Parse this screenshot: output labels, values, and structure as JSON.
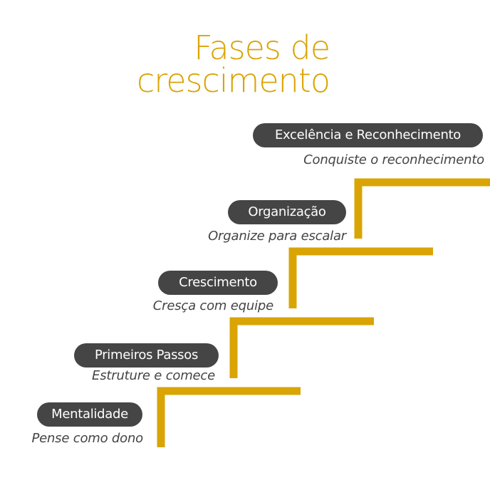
{
  "title": {
    "line1": "Fases de",
    "line2": "crescimento"
  },
  "stages": [
    {
      "label": "Excelência e Reconhecimento",
      "subtitle": "Conquiste o reconhecimento"
    },
    {
      "label": "Organização",
      "subtitle": "Organize para escalar"
    },
    {
      "label": "Crescimento",
      "subtitle": "Cresça com equipe"
    },
    {
      "label": "Primeiros Passos",
      "subtitle": "Estruture e comece"
    },
    {
      "label": "Mentalidade",
      "subtitle": "Pense como dono"
    }
  ],
  "colors": {
    "accent": "#d9a404",
    "pill": "#454545",
    "subtitle": "#444444",
    "background": "#ffffff"
  }
}
